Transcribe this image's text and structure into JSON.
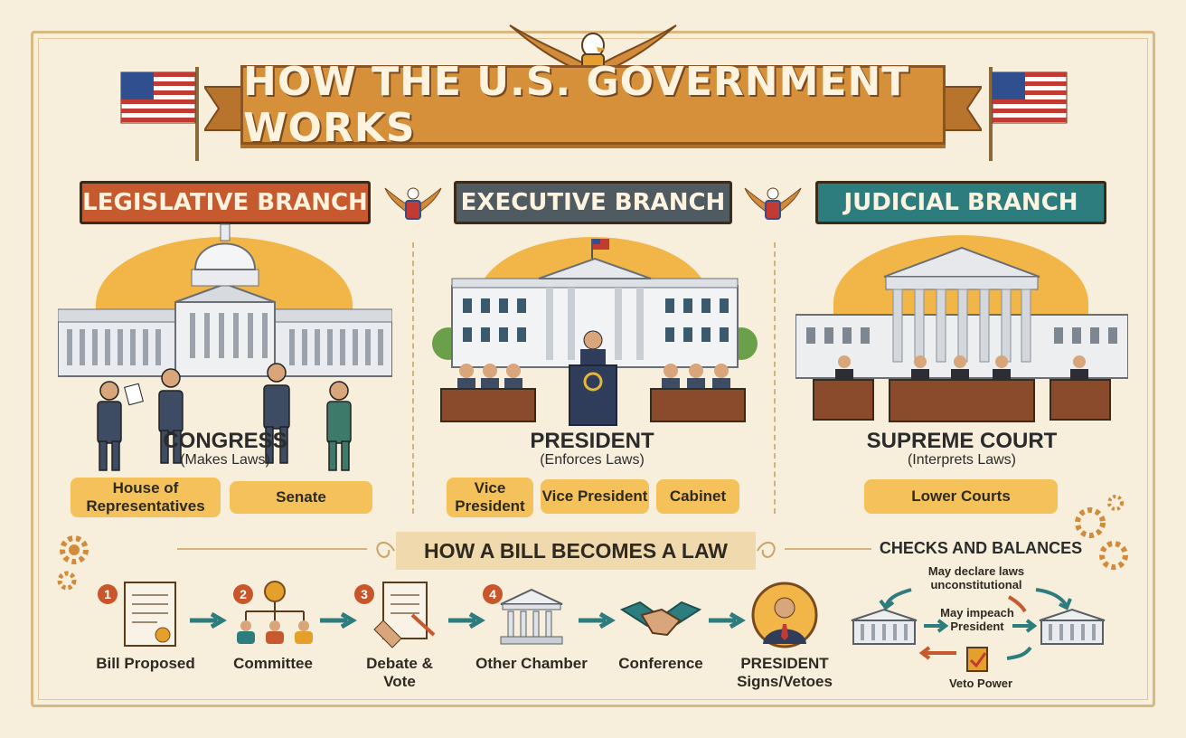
{
  "title": "HOW THE U.S. GOVERNMENT WORKS",
  "branches": {
    "legislative": {
      "banner": "LEGISLATIVE BRANCH",
      "title": "CONGRESS",
      "subtitle": "(Makes Laws)",
      "items": [
        "House of Representatives",
        "Senate"
      ],
      "color": "#c65a2e"
    },
    "executive": {
      "banner": "EXECUTIVE BRANCH",
      "title": "PRESIDENT",
      "subtitle": "(Enforces Laws)",
      "items": [
        "Vice President",
        "Vice President",
        "Cabinet"
      ],
      "color": "#4f5a61"
    },
    "judicial": {
      "banner": "JUDICIAL BRANCH",
      "title": "SUPREME COURT",
      "subtitle": "(Interprets Laws)",
      "items": [
        "Lower Courts"
      ],
      "color": "#2e7d7e"
    }
  },
  "bill_process": {
    "heading": "HOW A BILL BECOMES A LAW",
    "steps": [
      {
        "number": "1",
        "label": "Bill Proposed"
      },
      {
        "number": "2",
        "label": "Committee"
      },
      {
        "number": "3",
        "label": "Debate & Vote"
      },
      {
        "number": "4",
        "label": "Other Chamber"
      },
      {
        "number": "",
        "label": "Conference"
      },
      {
        "number": "",
        "label": "PRESIDENT Signs/Vetoes"
      }
    ]
  },
  "checks_and_balances": {
    "heading": "CHECKS AND BALANCES",
    "labels": [
      "May declare laws unconstitutional",
      "May impeach President",
      "Veto Power"
    ]
  },
  "colors": {
    "background": "#f7efdc",
    "accent_gold": "#f2b648",
    "ribbon": "#d6903a",
    "teal_arrow": "#2e7d7e"
  }
}
